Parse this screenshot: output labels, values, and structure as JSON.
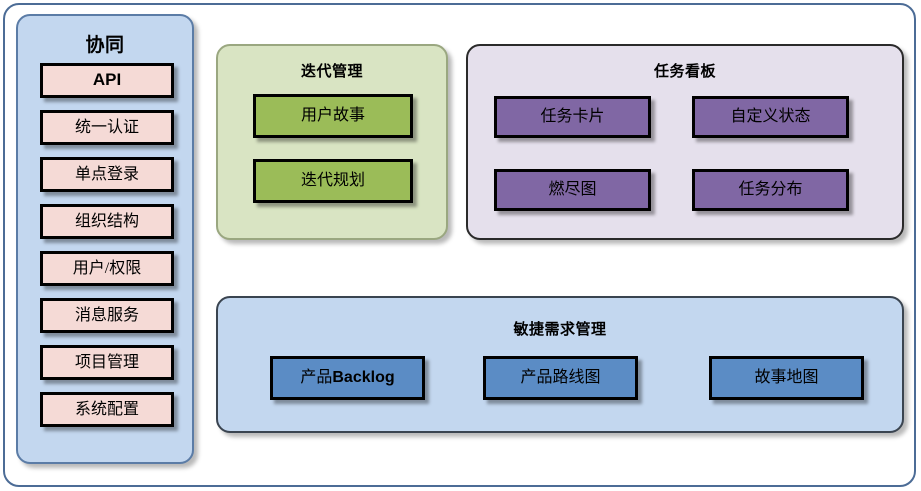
{
  "diagram": {
    "frame": {
      "accent_color": "#4c6c96"
    },
    "panels": [
      {
        "id": "collaboration",
        "title": "协同",
        "bg_color": "#c3d7ef",
        "border_color": "#5b7ca6",
        "items": [
          {
            "label": "API",
            "bold_sans": true
          },
          {
            "label": "统一认证"
          },
          {
            "label": "单点登录"
          },
          {
            "label": "组织结构"
          },
          {
            "label": "用户/权限"
          },
          {
            "label": "消息服务"
          },
          {
            "label": "项目管理"
          },
          {
            "label": "系统配置"
          }
        ],
        "item_color": "#f5dad6"
      },
      {
        "id": "iteration",
        "title": "迭代管理",
        "bg_color": "#d9e4c3",
        "border_color": "#9aa780",
        "items": [
          {
            "label": "用户故事"
          },
          {
            "label": "迭代规划"
          }
        ],
        "item_color": "#9bbc58"
      },
      {
        "id": "taskboard",
        "title": "任务看板",
        "bg_color": "#e5e0ec",
        "border_color": "#2a2a2a",
        "items": [
          {
            "label": "任务卡片"
          },
          {
            "label": "自定义状态"
          },
          {
            "label": "燃尽图"
          },
          {
            "label": "任务分布"
          }
        ],
        "item_color": "#8067a4"
      },
      {
        "id": "agile-requirements",
        "title": "敏捷需求管理",
        "bg_color": "#c3d7ef",
        "border_color": "#3a4450",
        "items": [
          {
            "label": "产品Backlog",
            "prefix": "产品",
            "suffix": "Backlog"
          },
          {
            "label": "产品路线图"
          },
          {
            "label": "故事地图"
          }
        ],
        "item_color": "#5b8cc5"
      }
    ]
  }
}
